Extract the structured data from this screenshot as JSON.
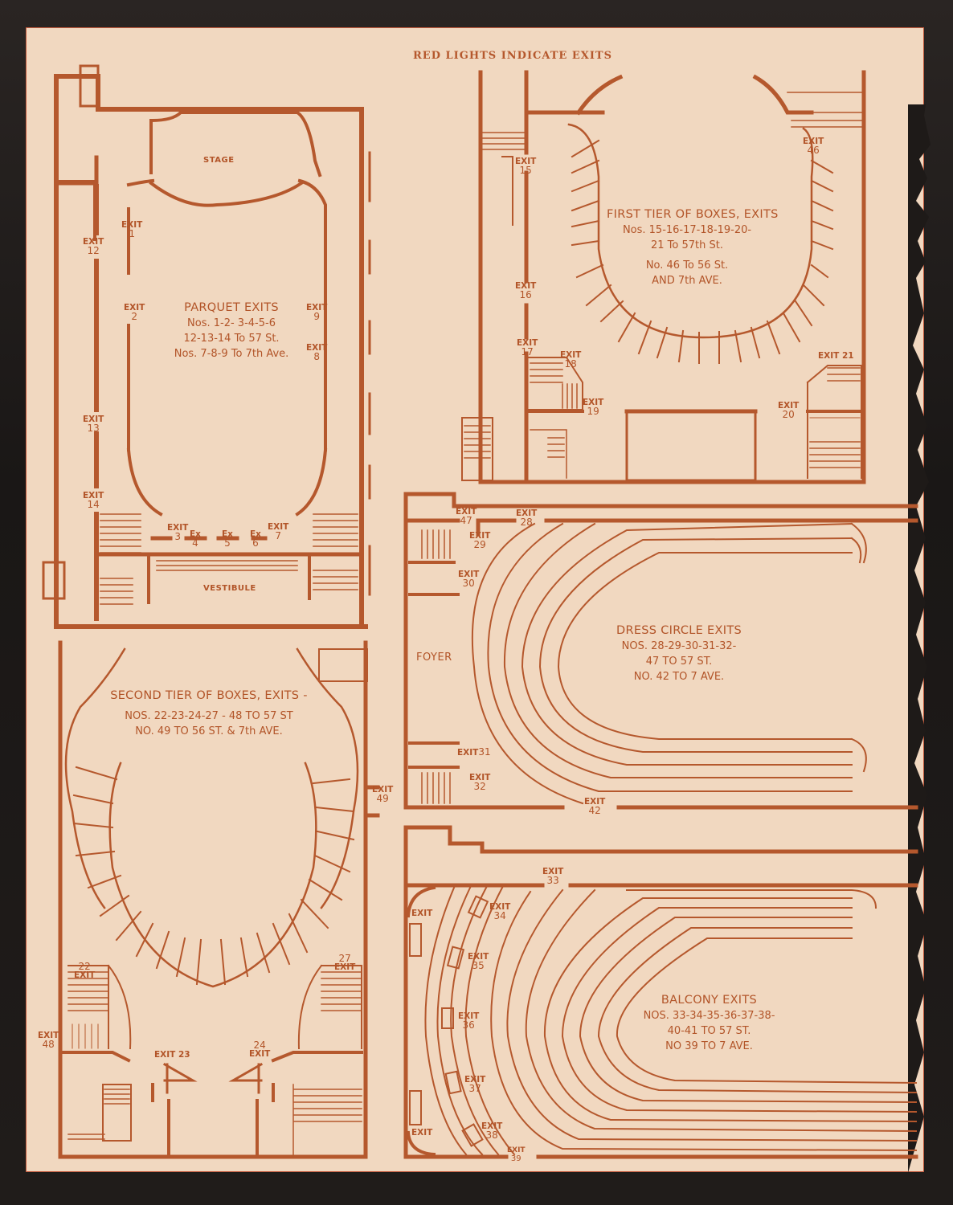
{
  "document": {
    "heading": "RED LIGHTS INDICATE EXITS",
    "colors": {
      "ink": "#b5582d",
      "paper": "#f1d8c0",
      "backing": "#1e1a18"
    }
  },
  "parquet": {
    "rooms": {
      "stage": "STAGE",
      "vestibule": "VESTIBULE"
    },
    "notice": {
      "title": "PARQUET EXITS",
      "line1": "Nos. 1-2- 3-4-5-6",
      "line2": "12-13-14 To 57 St.",
      "line3": "Nos. 7-8-9 To 7th Ave."
    },
    "exits": [
      {
        "label": "EXIT",
        "num": "1"
      },
      {
        "label": "EXIT",
        "num": "2"
      },
      {
        "label": "EXIT",
        "num": "3"
      },
      {
        "label": "Ex",
        "num": "4"
      },
      {
        "label": "Ex",
        "num": "5"
      },
      {
        "label": "Ex",
        "num": "6"
      },
      {
        "label": "EXIT",
        "num": "7"
      },
      {
        "label": "EXIT",
        "num": "8"
      },
      {
        "label": "EXIT",
        "num": "9"
      },
      {
        "label": "EXIT",
        "num": "12"
      },
      {
        "label": "EXIT",
        "num": "13"
      },
      {
        "label": "EXIT",
        "num": "14"
      }
    ]
  },
  "first_tier": {
    "notice": {
      "title": "FIRST TIER OF BOXES, EXITS",
      "line1": "Nos. 15-16-17-18-19-20-",
      "line2": "21 To 57th St.",
      "line3": "No. 46 To 56 St.",
      "line4": "AND 7th AVE."
    },
    "exits": [
      {
        "label": "EXIT",
        "num": "15"
      },
      {
        "label": "EXIT",
        "num": "16"
      },
      {
        "label": "EXIT",
        "num": "17"
      },
      {
        "label": "EXIT",
        "num": "18"
      },
      {
        "label": "EXIT",
        "num": "19"
      },
      {
        "label": "EXIT",
        "num": "20"
      },
      {
        "label": "EXIT",
        "num": "21"
      },
      {
        "label": "EXIT",
        "num": "46"
      }
    ]
  },
  "dress_circle": {
    "rooms": {
      "foyer": "FOYER"
    },
    "notice": {
      "title": "DRESS CIRCLE EXITS",
      "line1": "NOS. 28-29-30-31-32-",
      "line2": "47 TO 57 ST.",
      "line3": "NO. 42 TO 7 AVE."
    },
    "exits": [
      {
        "label": "EXIT",
        "num": "47"
      },
      {
        "label": "EXIT",
        "num": "28"
      },
      {
        "label": "EXIT",
        "num": "29"
      },
      {
        "label": "EXIT",
        "num": "30"
      },
      {
        "label": "EXIT",
        "num": "31"
      },
      {
        "label": "EXIT",
        "num": "32"
      },
      {
        "label": "EXIT",
        "num": "42"
      }
    ]
  },
  "second_tier": {
    "notice": {
      "title": "SECOND TIER OF BOXES, EXITS -",
      "line1": "NOS. 22-23-24-27 - 48 TO 57 ST",
      "line2": "NO. 49 TO 56 ST. & 7th AVE."
    },
    "exits": [
      {
        "label": "EXIT",
        "num": "22"
      },
      {
        "label": "EXIT",
        "num": "23"
      },
      {
        "label": "EXIT",
        "num": "24"
      },
      {
        "label": "EXIT",
        "num": "27"
      },
      {
        "label": "EXIT",
        "num": "48"
      },
      {
        "label": "EXIT",
        "num": "49"
      }
    ]
  },
  "balcony": {
    "notice": {
      "title": "BALCONY EXITS",
      "line1": "NOS. 33-34-35-36-37-38-",
      "line2": "40-41 TO 57 ST.",
      "line3": "NO 39 TO 7 AVE."
    },
    "exits": [
      {
        "label": "EXIT",
        "num": "33"
      },
      {
        "label": "EXIT",
        "num": "34"
      },
      {
        "label": "EXIT",
        "num": "35"
      },
      {
        "label": "EXIT",
        "num": "36"
      },
      {
        "label": "EXIT",
        "num": "37"
      },
      {
        "label": "EXIT",
        "num": "38"
      },
      {
        "label": "EXIT",
        "num": "39"
      },
      {
        "label": "EXIT",
        "num": ""
      },
      {
        "label": "EXIT",
        "num": ""
      }
    ]
  }
}
